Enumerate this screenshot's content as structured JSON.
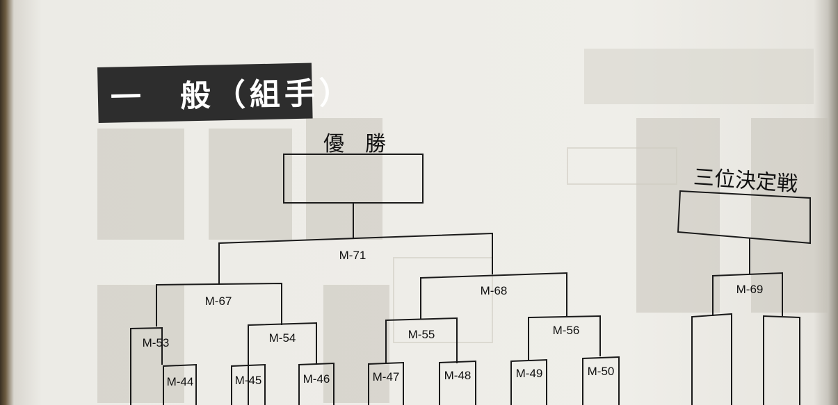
{
  "page_title": "一　般（組手）",
  "winner_label": "優　勝",
  "third_place_label": "三位決定戦",
  "match_labels": {
    "m71": "M-71",
    "m67": "M-67",
    "m68": "M-68",
    "m69": "M-69",
    "m53": "M-53",
    "m54": "M-54",
    "m55": "M-55",
    "m56": "M-56",
    "m44": "M-44",
    "m45": "M-45",
    "m46": "M-46",
    "m47": "M-47",
    "m48": "M-48",
    "m49": "M-49",
    "m50": "M-50"
  },
  "colors": {
    "title_background": "#2d2d2d",
    "title_text": "#ffffff",
    "line": "#1a1a1a",
    "paper": "#efeee9"
  }
}
